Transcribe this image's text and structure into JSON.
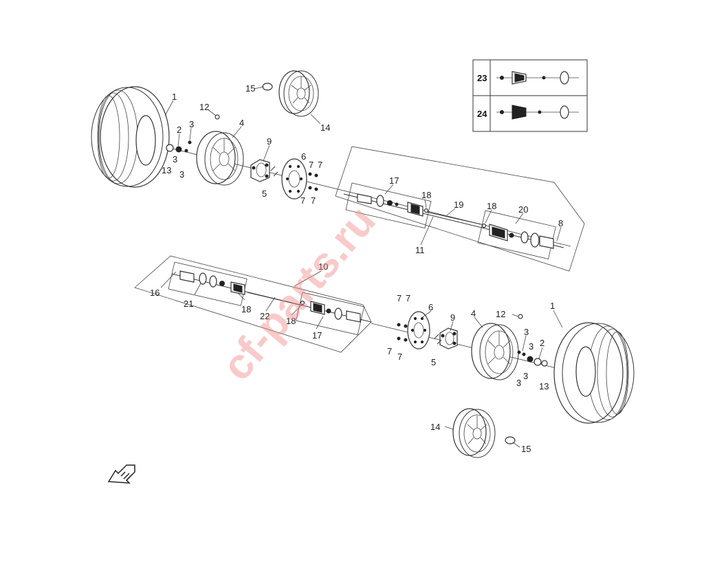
{
  "watermark": "cf-parts.ru",
  "callouts": {
    "top_tire": "1",
    "top_nut": "2",
    "top_washer_a": "3",
    "top_washer_b": "3",
    "top_washer_c": "3",
    "top_rim": "4",
    "top_bolts": "5",
    "top_disc": "6",
    "top_bolt_a": "7",
    "top_bolt_b": "7",
    "top_bolt_c": "7",
    "top_bolt_d": "7",
    "top_hub": "9",
    "top_valve": "12",
    "top_pin": "13",
    "top_spare_rim": "14",
    "top_spare_cap": "15",
    "front_shaft": "11",
    "front_cv_outer": "17",
    "front_clip_a": "18",
    "front_clip_b": "18",
    "front_boot": "19",
    "front_cv_inner": "20",
    "front_end": "8",
    "rear_shaft": "10",
    "rear_end": "16",
    "rear_cv_outer": "21",
    "rear_clip_a": "18",
    "rear_clip_b": "18",
    "rear_bar": "22",
    "rear_cv_inner": "17",
    "bot_bolt_a": "7",
    "bot_bolt_b": "7",
    "bot_bolt_c": "7",
    "bot_bolt_d": "7",
    "bot_disc": "6",
    "bot_hub": "9",
    "bot_bolts": "5",
    "bot_rim": "4",
    "bot_valve": "12",
    "bot_tire": "1",
    "bot_washer_a": "3",
    "bot_washer_b": "3",
    "bot_washer_c": "3",
    "bot_washer_d": "3",
    "bot_nut": "2",
    "bot_pin": "13",
    "bot_spare_rim": "14",
    "bot_spare_cap": "15"
  },
  "legend": [
    {
      "number": "23"
    },
    {
      "number": "24"
    }
  ],
  "icons": {
    "direction": "front-arrow-icon"
  }
}
